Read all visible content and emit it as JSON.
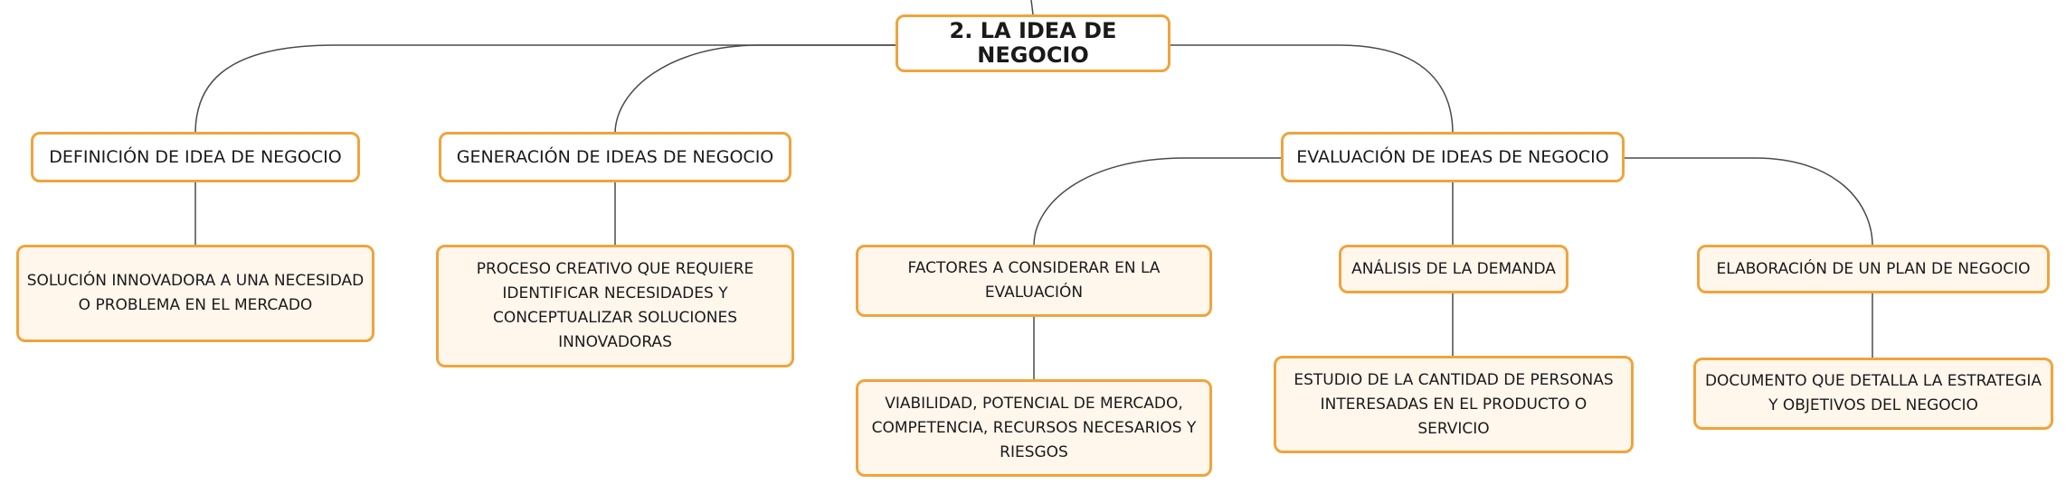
{
  "root": {
    "label": "2. LA IDEA DE NEGOCIO"
  },
  "topics": {
    "definicion": "DEFINICIÓN DE IDEA DE NEGOCIO",
    "generacion": "GENERACIÓN DE IDEAS DE NEGOCIO",
    "evaluacion": "EVALUACIÓN DE IDEAS DE NEGOCIO"
  },
  "subtopics": {
    "factores": "FACTORES A CONSIDERAR EN LA EVALUACIÓN",
    "demanda": "ANÁLISIS DE LA DEMANDA",
    "plan": "ELABORACIÓN DE UN PLAN DE NEGOCIO"
  },
  "details": {
    "definicion": "SOLUCIÓN INNOVADORA A UNA NECESIDAD O PROBLEMA EN EL MERCADO",
    "generacion": "PROCESO CREATIVO QUE REQUIERE IDENTIFICAR NECESIDADES Y CONCEPTUALIZAR SOLUCIONES INNOVADORAS",
    "factores": "VIABILIDAD, POTENCIAL DE MERCADO, COMPETENCIA, RECURSOS NECESARIOS Y RIESGOS",
    "demanda": "ESTUDIO DE LA CANTIDAD DE PERSONAS INTERESADAS EN EL PRODUCTO O SERVICIO",
    "plan": "DOCUMENTO QUE DETALLA LA ESTRATEGIA Y OBJETIVOS DEL NEGOCIO"
  },
  "colors": {
    "node_border": "#f0a43c",
    "node_fill": "#fff6ec",
    "connector": "#4a4a4a"
  }
}
